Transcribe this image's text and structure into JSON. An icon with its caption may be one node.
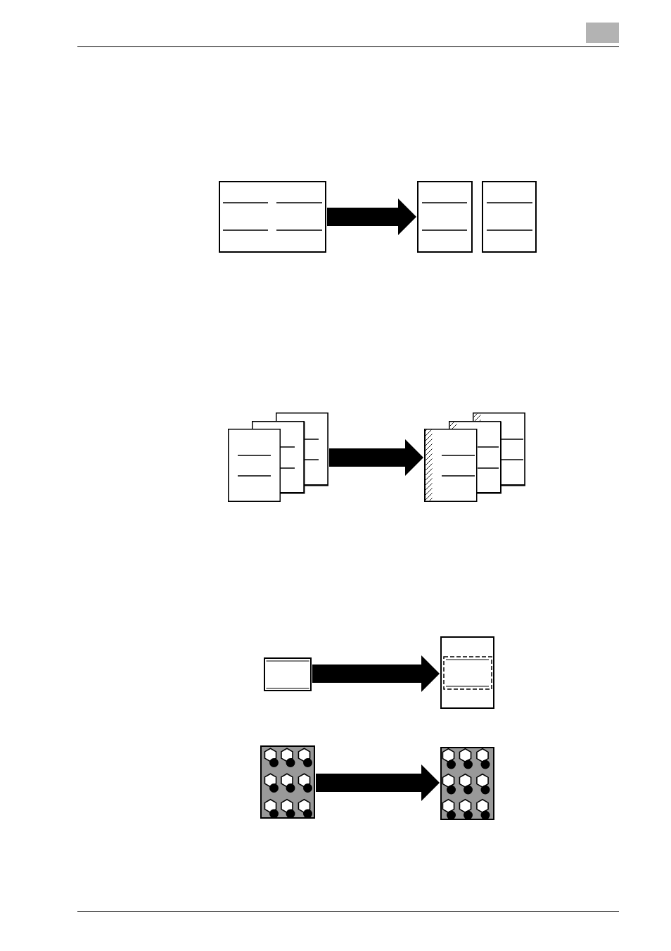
{
  "diagram": {
    "nodes": [
      {
        "text": [],
        "shape": "picture"
      },
      {
        "text": [],
        "shape": "picture"
      },
      {
        "text": [],
        "shape": "picture"
      },
      {
        "text": [],
        "shape": "picture"
      },
      {
        "text": [],
        "shape": "picture"
      },
      {
        "text": [],
        "shape": "picture"
      },
      {
        "text": [],
        "shape": "picture"
      },
      {
        "text": [],
        "shape": "picture"
      }
    ],
    "edges": [
      {
        "from": 0,
        "to": 1,
        "arrow": "to"
      },
      {
        "from": 2,
        "to": 3,
        "arrow": "to"
      },
      {
        "from": 4,
        "to": 5,
        "arrow": "to"
      },
      {
        "from": 6,
        "to": 7,
        "arrow": "to"
      }
    ]
  }
}
